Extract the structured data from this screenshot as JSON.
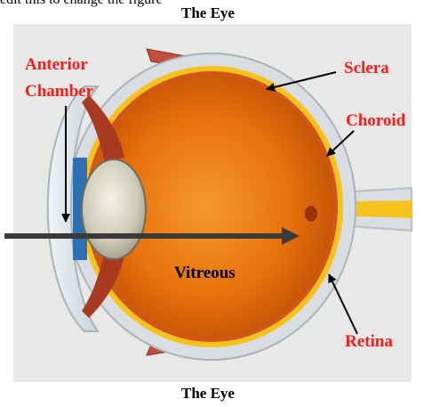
{
  "top_text": "edit this to change the figure",
  "title_top": "The Eye",
  "title_bottom": "The Eye",
  "labels": {
    "anterior_line1": "Anterior",
    "anterior_line2": "Chamber",
    "sclera": "Sclera",
    "choroid": "Choroid",
    "retina": "Retina",
    "vitreous": "Vitreous"
  },
  "colors": {
    "label_red": "#ff1a1a",
    "vitreous_orange": "#e8720c",
    "retina_yellow": "#f7c21e",
    "sclera_gray": "#d9dde2",
    "arrow_dark": "#3a3a3a"
  }
}
